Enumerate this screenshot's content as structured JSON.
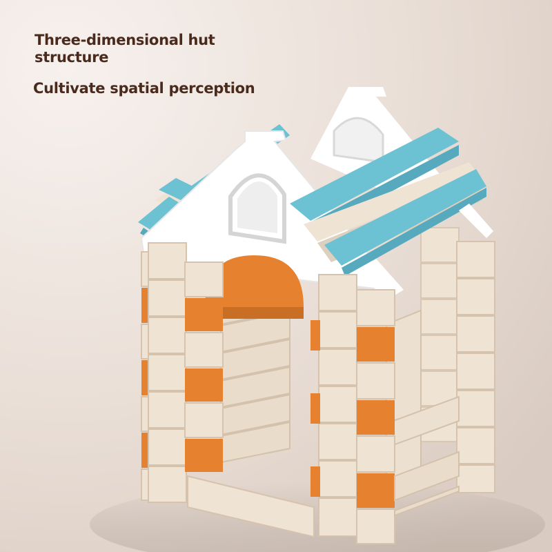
{
  "headline": {
    "title": "Three-dimensional hut structure",
    "subtitle": "Cultivate spatial perception"
  },
  "colors": {
    "background_light": "#f3ebe6",
    "background_dark": "#ddd1c8",
    "caption_text": "#4a2a1c",
    "block_cream": "#efe3d4",
    "block_shadow": "#d6c6b3",
    "block_orange": "#e6812f",
    "roof_blue": "#6cc1d2",
    "gable_white": "#ffffff"
  },
  "product": {
    "subject": "wooden-block-hut-toy",
    "icon": "hut-model-icon"
  }
}
